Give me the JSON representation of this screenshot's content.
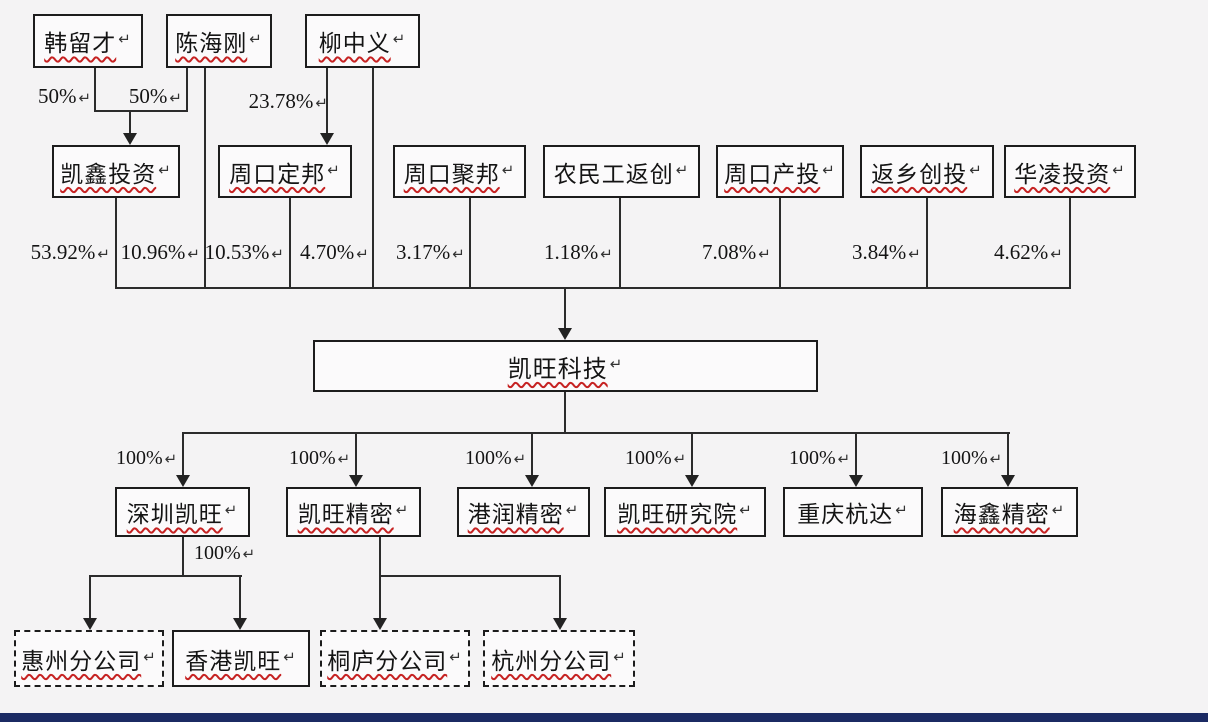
{
  "colors": {
    "background": "#f4f3f4",
    "line": "#2b2b2b",
    "box_border": "#1c1c1c",
    "spellcheck_underline": "#c62222",
    "footer_bar": "#1b2a63",
    "text": "#141414"
  },
  "marks": {
    "return": "↵"
  },
  "nodes": {
    "han": "韩留才",
    "chen": "陈海刚",
    "liu": "柳中义",
    "kaixin": "凯鑫投资",
    "dingbang": "周口定邦",
    "jubang": "周口聚邦",
    "nmfc": "农民工返创",
    "chantou": "周口产投",
    "fxct": "返乡创投",
    "hualing": "华凌投资",
    "kaiwang": "凯旺科技",
    "shenzhen": "深圳凯旺",
    "jingmi": "凯旺精密",
    "gangrun": "港润精密",
    "yjy": "凯旺研究院",
    "hangda": "重庆杭达",
    "haixin": "海鑫精密",
    "huizhou": "惠州分公司",
    "hongkong": "香港凯旺",
    "tonglu": "桐庐分公司",
    "hangzhou": "杭州分公司"
  },
  "percents": {
    "han_kaixin": "50%",
    "chen_kaixin": "50%",
    "liu_dingbang": "23.78%",
    "kaixin": "53.92%",
    "chen_direct": "10.96%",
    "dingbang": "10.53%",
    "liu_direct": "4.70%",
    "jubang": "3.17%",
    "nmfc": "1.18%",
    "chantou": "7.08%",
    "fxct": "3.84%",
    "hualing": "4.62%",
    "full": "100%"
  }
}
